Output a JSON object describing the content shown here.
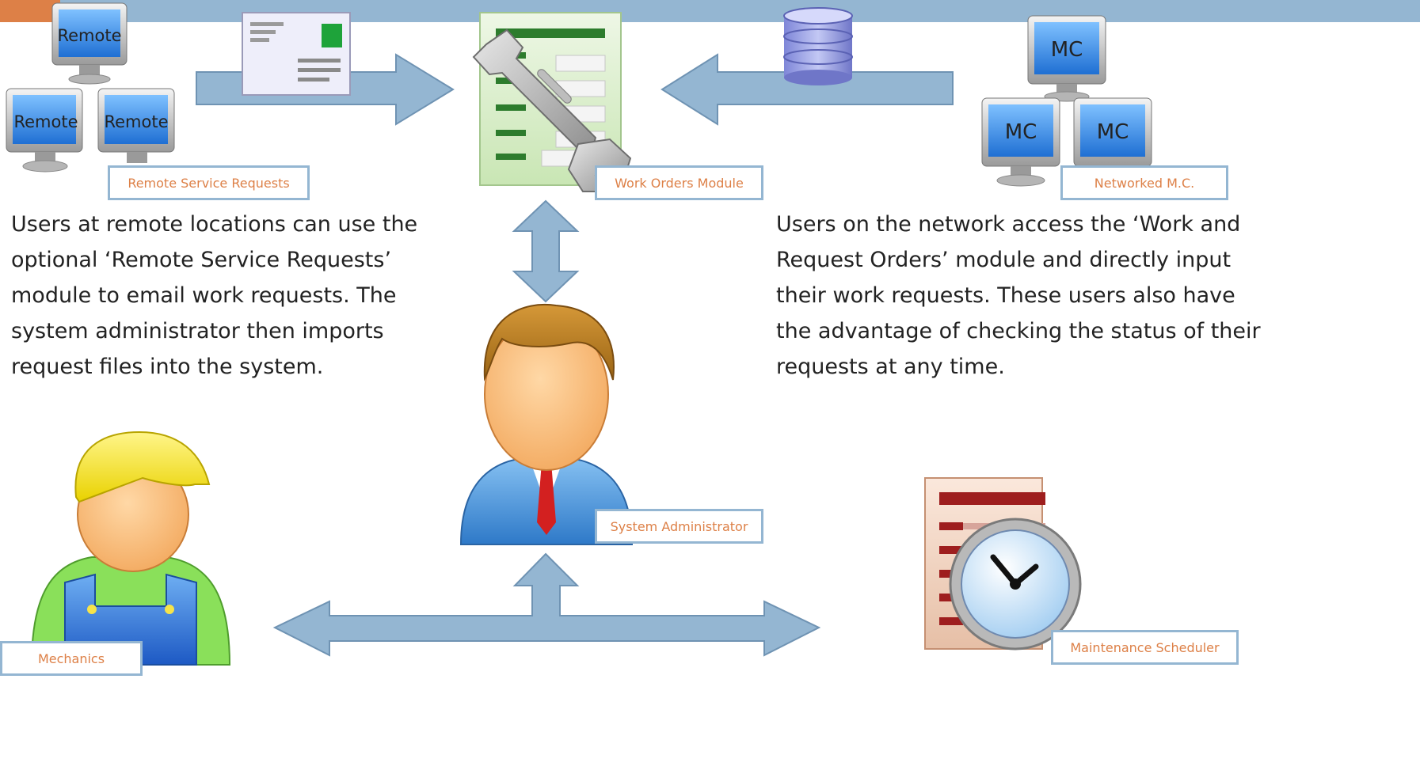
{
  "labels": {
    "remote_service_requests": "Remote Service Requests",
    "work_orders_module": "Work Orders Module",
    "networked_mc": "Networked M.C.",
    "system_administrator": "System Administrator",
    "mechanics": "Mechanics",
    "maintenance_scheduler": "Maintenance Scheduler"
  },
  "monitors": {
    "remote_text": "Remote",
    "mc_text": "MC"
  },
  "descriptions": {
    "left": [
      "Users at remote locations can use the",
      "optional ‘Remote Service Requests’",
      "module to email work requests. The",
      "system administrator then imports",
      "request files into the system."
    ],
    "right": [
      "Users on the network access the ‘Work and",
      "Request Orders’ module and directly input",
      "their work requests. These users also have",
      "the advantage of checking the status of their",
      "requests at any time."
    ]
  },
  "colors": {
    "header_bar": "#94b6d2",
    "accent": "#dd8047",
    "arrow_fill": "#94b6d2",
    "arrow_stroke": "#6f93b3",
    "label_text": "#dd8047",
    "body_text": "#222222"
  }
}
